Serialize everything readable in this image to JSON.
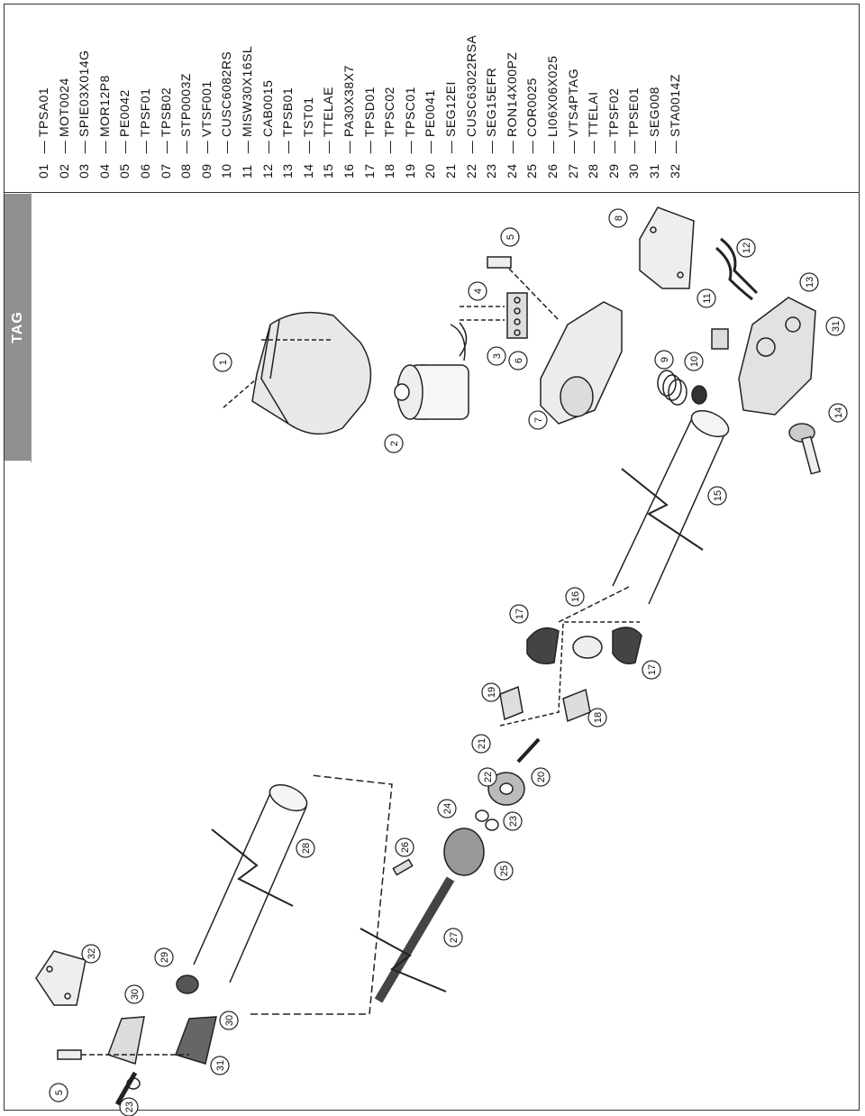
{
  "header": {
    "tab_label": "TAG"
  },
  "parts": [
    {
      "num": "01",
      "code": "TPSA01"
    },
    {
      "num": "02",
      "code": "MOT0024"
    },
    {
      "num": "03",
      "code": "SPIE03X014G"
    },
    {
      "num": "04",
      "code": "MOR12P8"
    },
    {
      "num": "05",
      "code": "PE0042"
    },
    {
      "num": "06",
      "code": "TPSF01"
    },
    {
      "num": "07",
      "code": "TPSB02"
    },
    {
      "num": "08",
      "code": "STP0003Z"
    },
    {
      "num": "09",
      "code": "VTSF001"
    },
    {
      "num": "10",
      "code": "CUSC6082RS"
    },
    {
      "num": "11",
      "code": "MISW30X16SL"
    },
    {
      "num": "12",
      "code": "CAB0015"
    },
    {
      "num": "13",
      "code": "TPSB01"
    },
    {
      "num": "14",
      "code": "TST01"
    },
    {
      "num": "15",
      "code": "TTELAE"
    },
    {
      "num": "16",
      "code": "PA30X38X7"
    },
    {
      "num": "17",
      "code": "TPSD01"
    },
    {
      "num": "18",
      "code": "TPSC02"
    },
    {
      "num": "19",
      "code": "TPSC01"
    },
    {
      "num": "20",
      "code": "PE0041"
    },
    {
      "num": "21",
      "code": "SEG12EI"
    },
    {
      "num": "22",
      "code": "CUSC63022RSA"
    },
    {
      "num": "23",
      "code": "SEG15EFR"
    },
    {
      "num": "24",
      "code": "RON14X00PZ"
    },
    {
      "num": "25",
      "code": "COR0025"
    },
    {
      "num": "26",
      "code": "LI06X06X025"
    },
    {
      "num": "27",
      "code": "VTS4PTAG"
    },
    {
      "num": "28",
      "code": "TTELAI"
    },
    {
      "num": "29",
      "code": "TPSF02"
    },
    {
      "num": "30",
      "code": "TPSE01"
    },
    {
      "num": "31",
      "code": "SEG008"
    },
    {
      "num": "32",
      "code": "STA0014Z"
    }
  ],
  "separator": "—",
  "callouts": [
    {
      "label": "1"
    },
    {
      "label": "2"
    },
    {
      "label": "3"
    },
    {
      "label": "4"
    },
    {
      "label": "5"
    },
    {
      "label": "6"
    },
    {
      "label": "7"
    },
    {
      "label": "8"
    },
    {
      "label": "9"
    },
    {
      "label": "10"
    },
    {
      "label": "11"
    },
    {
      "label": "12"
    },
    {
      "label": "13"
    },
    {
      "label": "31"
    },
    {
      "label": "14"
    },
    {
      "label": "15"
    },
    {
      "label": "16"
    },
    {
      "label": "17"
    },
    {
      "label": "17"
    },
    {
      "label": "18"
    },
    {
      "label": "19"
    },
    {
      "label": "21"
    },
    {
      "label": "20"
    },
    {
      "label": "22"
    },
    {
      "label": "24"
    },
    {
      "label": "23"
    },
    {
      "label": "25"
    },
    {
      "label": "26"
    },
    {
      "label": "27"
    },
    {
      "label": "28"
    },
    {
      "label": "32"
    },
    {
      "label": "29"
    },
    {
      "label": "30"
    },
    {
      "label": "30"
    },
    {
      "label": "31"
    },
    {
      "label": "5"
    },
    {
      "label": "23"
    }
  ]
}
